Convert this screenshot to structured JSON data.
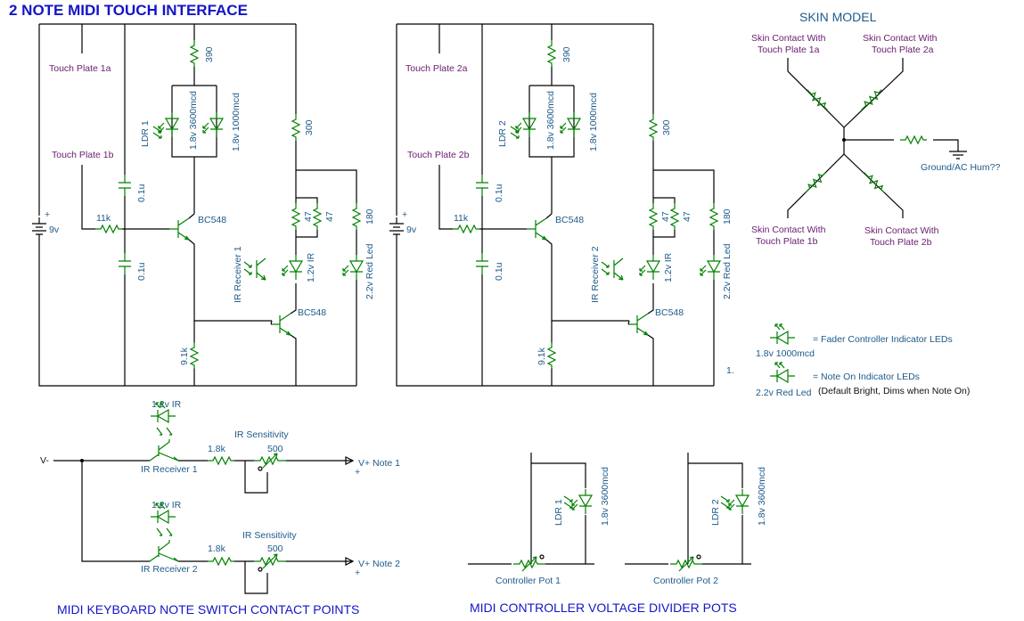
{
  "title": "2 NOTE MIDI TOUCH INTERFACE",
  "circuit1": {
    "touch_a": "Touch Plate 1a",
    "touch_b": "Touch Plate 1b",
    "r_top": "390",
    "ldr": "LDR 1",
    "led_a": "1.8v 3600mcd",
    "led_b": "1.8v 1000mcd",
    "r_300": "300",
    "cap_top": "0.1u",
    "cap_bot": "0.1u",
    "r_11k": "11k",
    "battery": "9v",
    "q1": "BC548",
    "r47a": "47",
    "r47b": "47",
    "r180": "180",
    "ir_rx": "IR Receiver 1",
    "ir_led": "1.2v IR",
    "red_led": "2.2v Red Led",
    "q2": "BC548",
    "r_9k1": "9.1k"
  },
  "circuit2": {
    "touch_a": "Touch Plate 2a",
    "touch_b": "Touch Plate 2b",
    "r_top": "390",
    "ldr": "LDR 2",
    "led_a": "1.8v 3600mcd",
    "led_b": "1.8v 1000mcd",
    "r_300": "300",
    "cap_top": "0.1u",
    "cap_bot": "0.1u",
    "r_11k": "11k",
    "battery": "9v",
    "q1": "BC548",
    "r47a": "47",
    "r47b": "47",
    "r180": "180",
    "ir_rx": "IR Receiver 2",
    "ir_led": "1.2v IR",
    "red_led": "2.2v Red Led",
    "q2": "BC548",
    "r_9k1": "9.1k"
  },
  "skin": {
    "title": "SKIN MODEL",
    "c1a": [
      "Skin Contact With",
      "Touch Plate 1a"
    ],
    "c2a": [
      "Skin Contact With",
      "Touch Plate 2a"
    ],
    "c1b": [
      "Skin Contact With",
      "Touch Plate 1b"
    ],
    "c2b": [
      "Skin Contact With",
      "Touch Plate 2b"
    ],
    "ground": "Ground/AC Hum??"
  },
  "legend": {
    "fader_label": "= Fader Controller Indicator LEDs",
    "fader_led": "1.8v 1000mcd",
    "note_label": "= Note On Indicator LEDs",
    "note_led": "2.2v Red Led",
    "note_sub": "(Default Bright, Dims when Note On)",
    "stray": "1."
  },
  "keyboard": {
    "title": "MIDI KEYBOARD NOTE SWITCH CONTACT POINTS",
    "v_minus": "V-",
    "row1": {
      "ir_led": "1.2v  IR",
      "rx": "IR Receiver 1",
      "r": "1.8k",
      "sens": "IR Sensitivity",
      "pot": "500",
      "out": "V+ Note 1"
    },
    "row2": {
      "ir_led": "1.2v  IR",
      "rx": "IR Receiver 2",
      "r": "1.8k",
      "sens": "IR Sensitivity",
      "pot": "500",
      "out": "V+ Note 2"
    }
  },
  "controller": {
    "title": "MIDI CONTROLLER VOLTAGE DIVIDER POTS",
    "p1": {
      "ldr": "LDR 1",
      "led": "1.8v 3600mcd",
      "pot": "Controller Pot 1"
    },
    "p2": {
      "ldr": "LDR 2",
      "led": "1.8v 3600mcd",
      "pot": "Controller Pot 2"
    }
  },
  "colors": {
    "wire": "#000000",
    "component": "#008000",
    "title": "#1414c8",
    "label": "#1d5a8a",
    "plate": "#6a2070"
  }
}
